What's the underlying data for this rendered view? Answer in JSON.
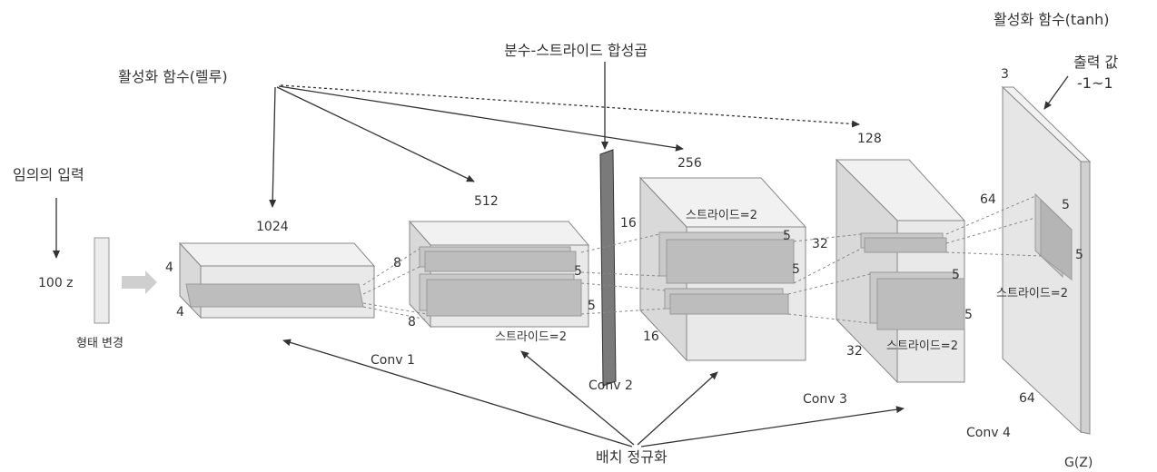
{
  "labels": {
    "input_title": "임의의 입력",
    "input_z": "100 z",
    "reshape": "형태 변경",
    "relu_title": "활성화 함수(렐루)",
    "fractional_title": "분수-스트라이드 합성곱",
    "tanh_title": "활성화 함수(tanh)",
    "output_line1": "출력 값",
    "output_line2": "-1~1",
    "batch_norm": "배치 정규화",
    "gz": "G(Z)"
  },
  "layers": {
    "l1": {
      "depth": "1024",
      "h": "4",
      "w": "4"
    },
    "l2": {
      "depth": "512",
      "h": "8",
      "w": "8",
      "k1": "5",
      "k2": "5",
      "stride": "스트라이드=2"
    },
    "l3": {
      "depth": "256",
      "h": "16",
      "w": "16",
      "k1": "5",
      "k2": "5",
      "stride": "스트라이드=2"
    },
    "l4": {
      "depth": "128",
      "h": "32",
      "w": "32",
      "k1": "5",
      "k2": "5",
      "stride": "스트라이드=2"
    },
    "l5": {
      "depth": "3",
      "h": "64",
      "w": "64",
      "k1": "5",
      "k2": "5",
      "stride": "스트라이드=2"
    }
  },
  "conv": {
    "c1": "Conv 1",
    "c2": "Conv 2",
    "c3": "Conv 3",
    "c4": "Conv 4"
  },
  "colors": {
    "box_fill": "#e9e9e9",
    "box_side": "#d6d6d6",
    "box_top": "#f1f1f1",
    "kernel": "#a8a8a8",
    "bar": "#6f6f6f",
    "arrow": "#333333"
  }
}
